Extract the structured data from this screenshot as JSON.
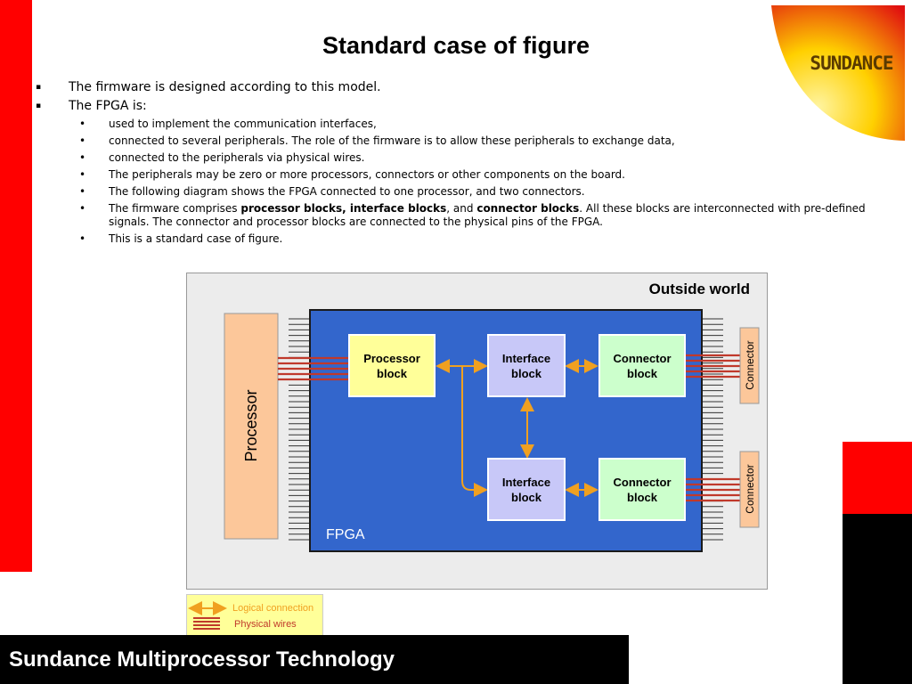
{
  "slide": {
    "title": "Standard case of figure",
    "footer": "Sundance Multiprocessor Technology",
    "logo_text": "SUNDANCE"
  },
  "bullets": [
    {
      "level": 1,
      "marker": "▪",
      "text": "The firmware is designed according to this model."
    },
    {
      "level": 1,
      "marker": "▪",
      "text": "The FPGA is:"
    },
    {
      "level": 2,
      "marker": "•",
      "text": "used to implement the communication interfaces,"
    },
    {
      "level": 2,
      "marker": "•",
      "text": "connected to several peripherals.  The role of the firmware is to allow these peripherals to exchange data,"
    },
    {
      "level": 2,
      "marker": "•",
      "text": "connected to the peripherals via physical wires."
    },
    {
      "level": 2,
      "marker": "•",
      "text": "The peripherals may be zero or more processors, connectors or other components on the board."
    },
    {
      "level": 2,
      "marker": "•",
      "text": "The following diagram shows the FPGA connected to one processor, and two connectors."
    }
  ],
  "bullet_rich": {
    "marker": "•",
    "pre": "The firmware comprises ",
    "bold1": "processor blocks, interface blocks",
    "mid": ", and ",
    "bold2": "connector blocks",
    "post": ". All these blocks are interconnected with pre-defined signals. The connector and processor blocks are connected to the physical pins of the FPGA."
  },
  "bullet_last": {
    "marker": "•",
    "text": "This is a standard case of figure."
  },
  "diagram": {
    "outside_label": "Outside world",
    "fpga_label": "FPGA",
    "processor_label": "Processor",
    "connector_top": "Connector",
    "connector_bottom": "Connector",
    "processor_block": {
      "line1": "Processor",
      "line2": "block"
    },
    "interface_block_top": {
      "line1": "Interface",
      "line2": "block"
    },
    "interface_block_bottom": {
      "line1": "Interface",
      "line2": "block"
    },
    "connector_block_top": {
      "line1": "Connector",
      "line2": "block"
    },
    "connector_block_bottom": {
      "line1": "Connector",
      "line2": "block"
    }
  },
  "legend": {
    "logical": "Logical connection",
    "physical": "Physical wires"
  },
  "colors": {
    "red": "#ff0000",
    "fpga_blue": "#3366cc",
    "processor_fill": "#fcc79a",
    "processor_block_fill": "#ffff99",
    "interface_fill": "#c8c8f8",
    "connector_block_fill": "#ccffcc",
    "arrow_orange": "#f0a020",
    "wire_red": "#c0392b"
  }
}
